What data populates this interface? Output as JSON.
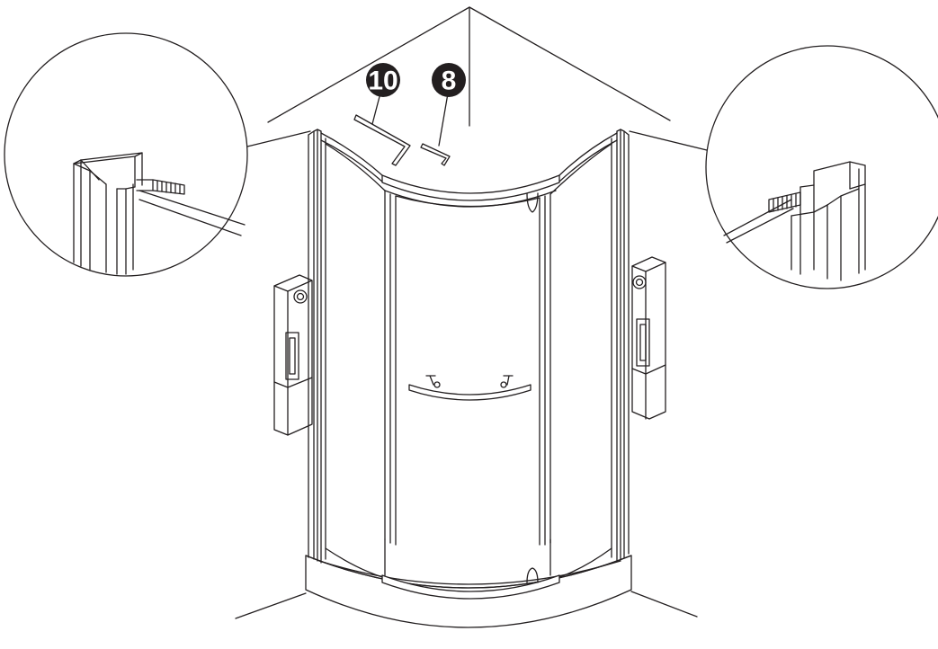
{
  "callouts": [
    {
      "label": "10",
      "part": "large-allen-key"
    },
    {
      "label": "8",
      "part": "small-allen-key"
    }
  ],
  "colors": {
    "line": "#231f20",
    "background": "#ffffff",
    "callout_fill": "#231f20",
    "callout_text": "#ffffff"
  },
  "icons": [
    "allen-key-icon",
    "allen-key-icon",
    "wall-profile-detail",
    "wall-bracket"
  ]
}
